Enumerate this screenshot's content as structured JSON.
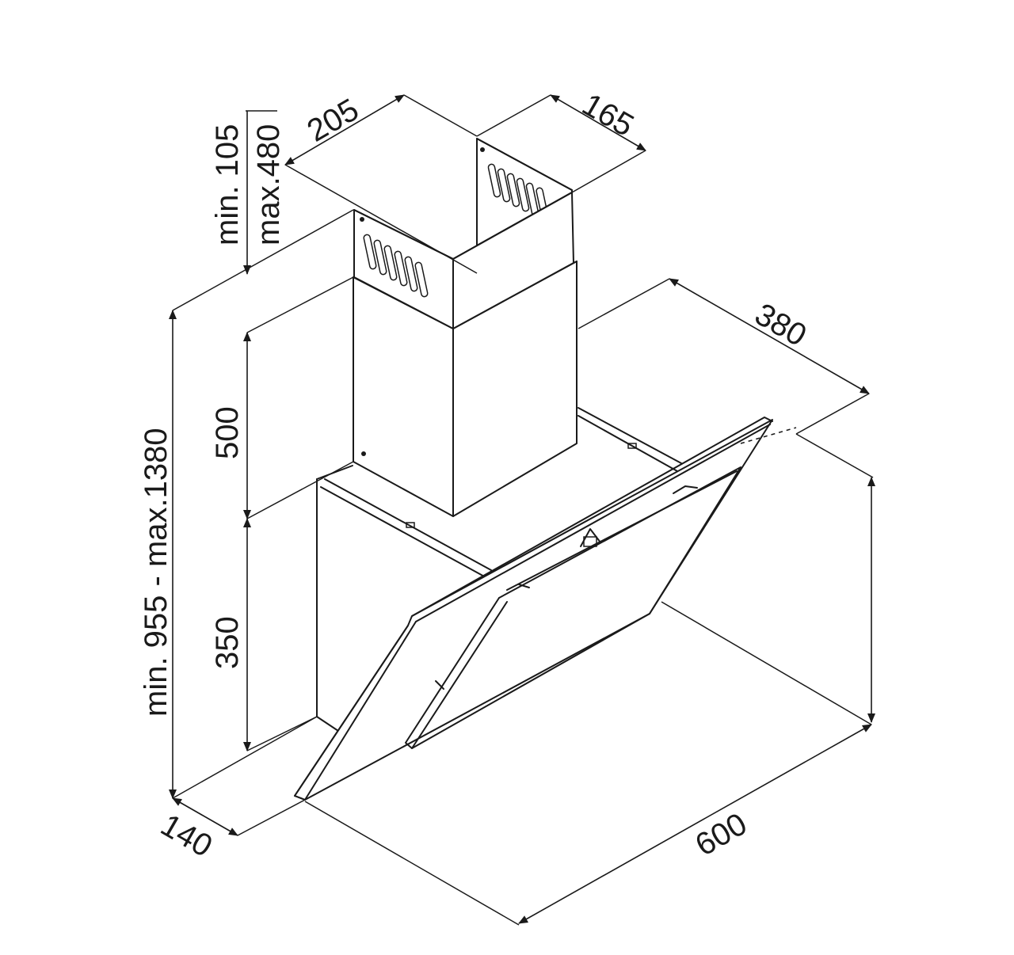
{
  "dimensions": {
    "width_top": "205",
    "depth_top": "165",
    "hood_depth": "380",
    "chimney_min": "min. 105",
    "chimney_max": "max.480",
    "chimney_height": "500",
    "body_height": "350",
    "total_height": "min. 955 - max.1380",
    "glass_depth": "140",
    "width": "600"
  },
  "colors": {
    "line": "#1a1a1a",
    "background": "#ffffff"
  }
}
